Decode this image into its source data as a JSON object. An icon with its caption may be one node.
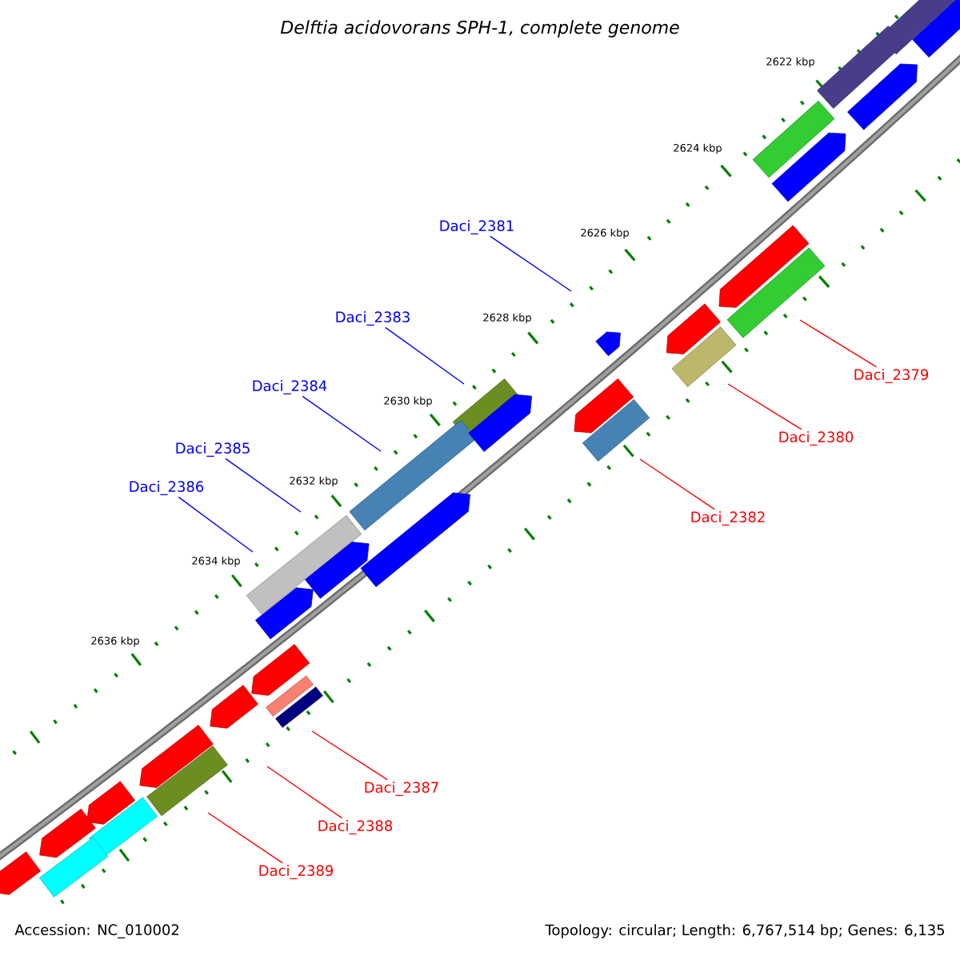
{
  "diagram": {
    "title": "Delftia acidovorans SPH-1, complete genome",
    "nodes": [
      {
        "text": [
          "Daci_2381"
        ]
      },
      {
        "text": [
          "Daci_2383"
        ]
      },
      {
        "text": [
          "Daci_2379"
        ]
      },
      {
        "text": [
          "Daci_2384"
        ]
      },
      {
        "text": [
          "Daci_2380"
        ]
      },
      {
        "text": [
          "Daci_2385"
        ]
      },
      {
        "text": [
          "Daci_2386"
        ]
      },
      {
        "text": [
          "Daci_2382"
        ]
      },
      {
        "text": [
          "Daci_2387"
        ]
      },
      {
        "text": [
          "Daci_2388"
        ]
      },
      {
        "text": [
          "Daci_2389"
        ]
      }
    ],
    "edges": [
      {
        "from": 0,
        "to": null,
        "arrow": "none",
        "color": "#0000ff"
      },
      {
        "from": 1,
        "to": null,
        "arrow": "none",
        "color": "#0000ff"
      },
      {
        "from": 2,
        "to": null,
        "arrow": "none"
      },
      {
        "from": 3,
        "to": null,
        "arrow": "none",
        "color": "#0000ff"
      },
      {
        "from": 4,
        "to": null,
        "arrow": "none"
      },
      {
        "from": 5,
        "to": null,
        "arrow": "none",
        "color": "#0000ff"
      },
      {
        "from": 6,
        "to": null,
        "arrow": "none",
        "color": "#0000ff"
      },
      {
        "from": 7,
        "to": null,
        "arrow": "none"
      },
      {
        "from": 8,
        "to": null,
        "arrow": "none"
      },
      {
        "from": 9,
        "to": null,
        "arrow": "none"
      },
      {
        "from": 10,
        "to": null,
        "arrow": "none"
      }
    ],
    "labels": [
      "2622 kbp",
      "2624 kbp",
      "2626 kbp",
      "2628 kbp",
      "2630 kbp",
      "2632 kbp",
      "2634 kbp",
      "2636 kbp",
      "Accession: NC_010002",
      "Topology: circular; Length: 6,767,514 bp; Genes: 6,135"
    ]
  }
}
